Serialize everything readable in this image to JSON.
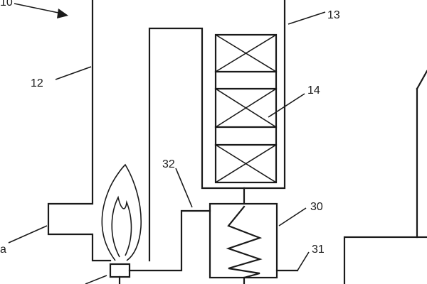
{
  "diagram": {
    "labels": {
      "ref_10": "10",
      "ref_12": "12",
      "ref_13": "13",
      "ref_14": "14",
      "ref_30": "30",
      "ref_31": "31",
      "ref_32": "32",
      "ref_a": "a"
    }
  }
}
